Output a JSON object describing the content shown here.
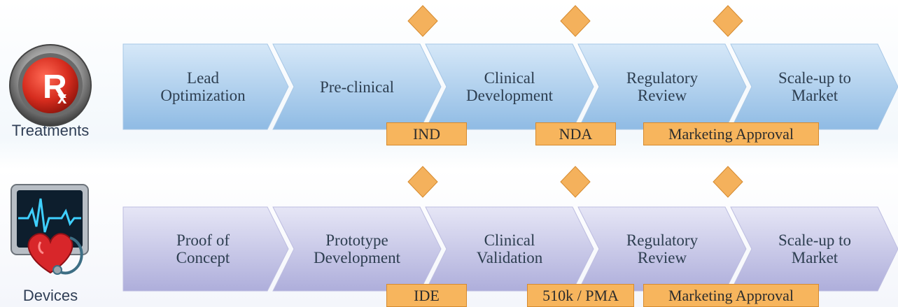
{
  "rows": [
    {
      "id": "treatments",
      "label": "Treatments",
      "icon": "rx-badge-icon",
      "fill_light": "#cfe4f7",
      "fill_dark": "#8fbbe4",
      "stroke": "#9cc2e6",
      "stages": [
        "Lead\nOptimization",
        "Pre-clinical",
        "Clinical\nDevelopment",
        "Regulatory\nReview",
        "Scale-up to\nMarket"
      ],
      "milestones": [
        "IND",
        "NDA",
        "Marketing Approval"
      ]
    },
    {
      "id": "devices",
      "label": "Devices",
      "icon": "heart-monitor-icon",
      "fill_light": "#dcdcf1",
      "fill_dark": "#b0b0dc",
      "stroke": "#b9b9df",
      "stages": [
        "Proof of\nConcept",
        "Prototype\nDevelopment",
        "Clinical\nValidation",
        "Regulatory\nReview",
        "Scale-up to\nMarket"
      ],
      "milestones": [
        "IDE",
        "510k / PMA",
        "Marketing Approval"
      ]
    }
  ],
  "colors": {
    "diamond": "#f4b15c",
    "milestone_fill": "#f7b55d",
    "rx_red": "#d62c1e"
  }
}
